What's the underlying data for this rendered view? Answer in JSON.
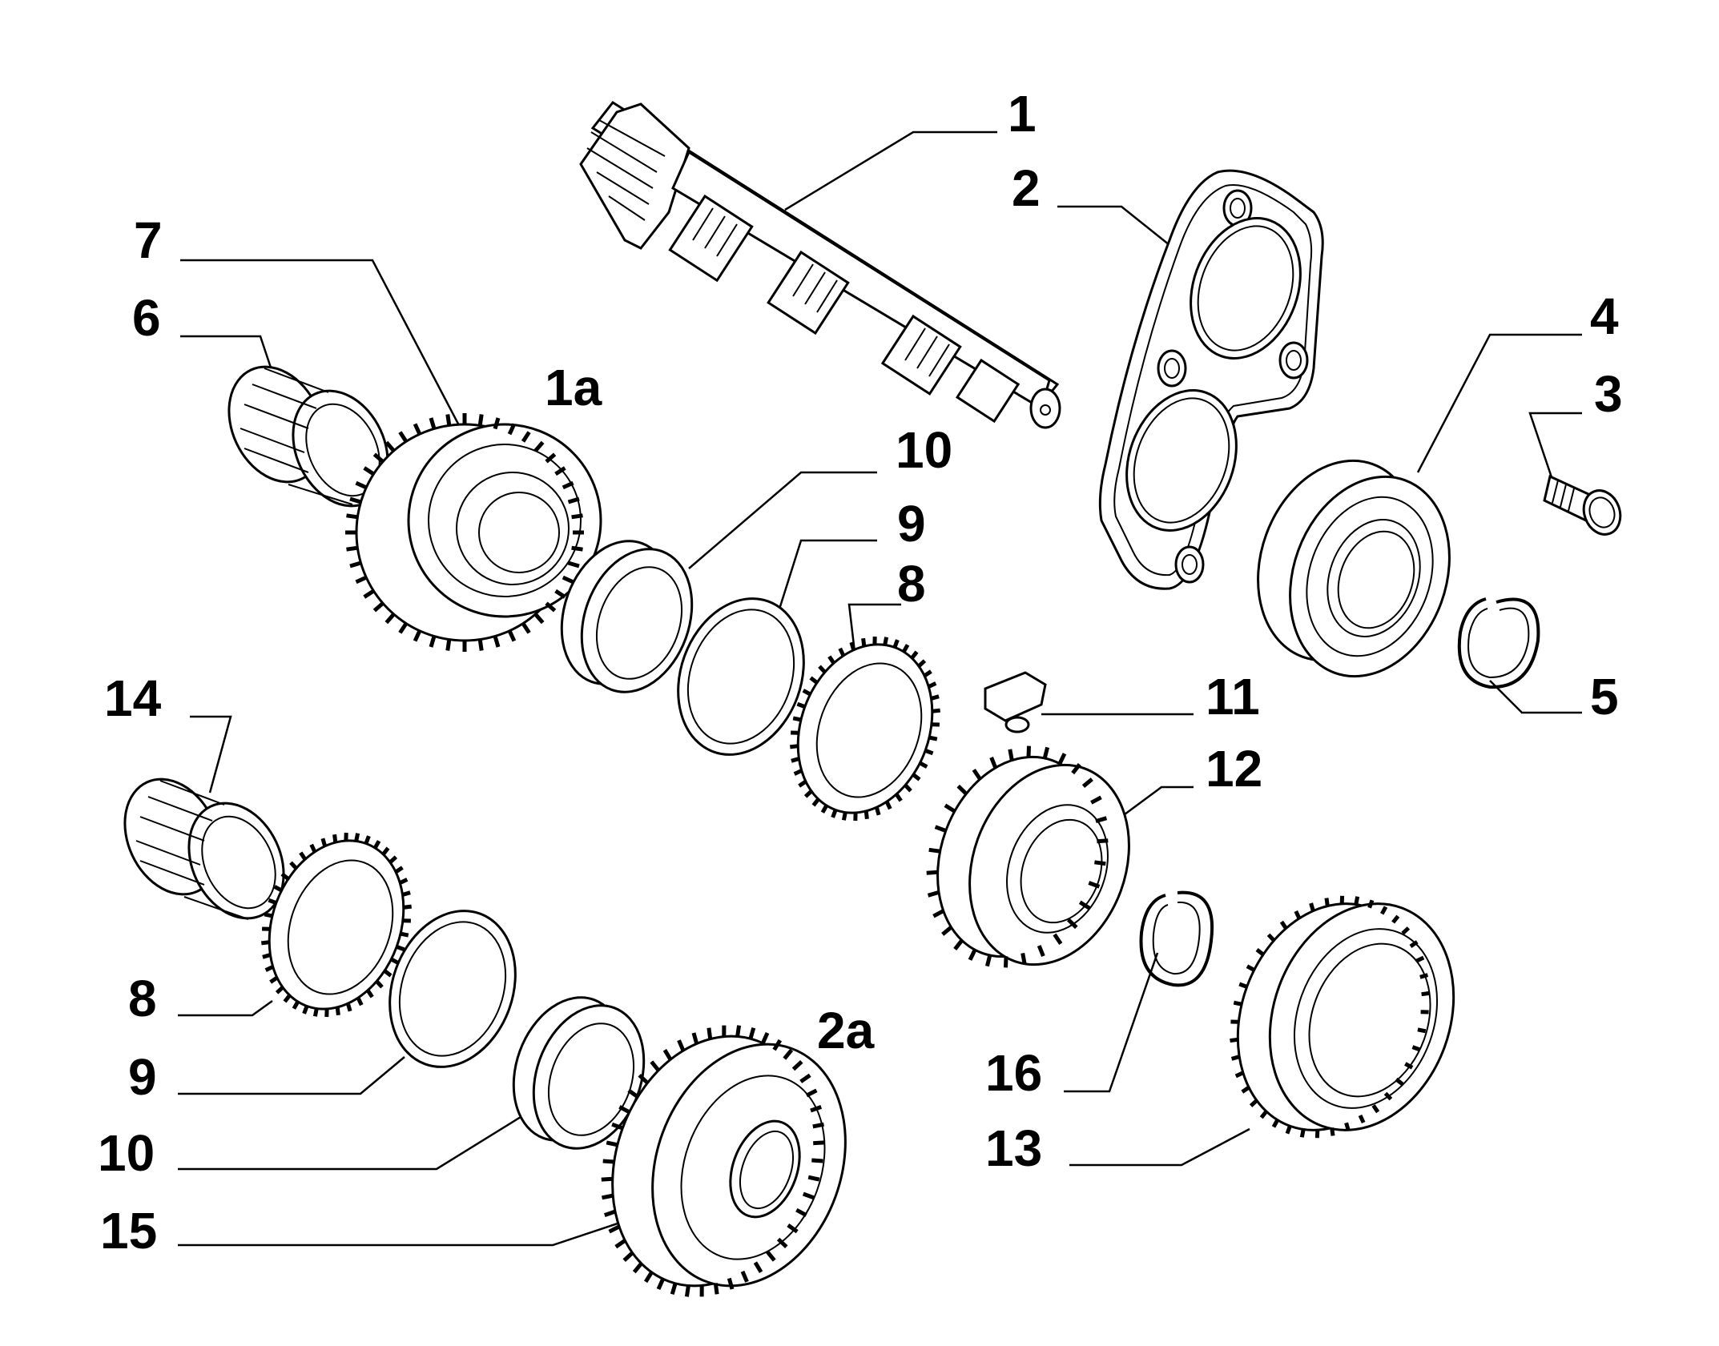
{
  "diagram": {
    "kind": "exploded parts diagram",
    "line_color": "#000000",
    "background": "#ffffff",
    "parts": [
      {
        "id": "p1",
        "name": "input-shaft"
      },
      {
        "id": "p2",
        "name": "bearing-plate"
      },
      {
        "id": "p3",
        "name": "screw"
      },
      {
        "id": "p4",
        "name": "ball-bearing"
      },
      {
        "id": "p5",
        "name": "snap-ring"
      },
      {
        "id": "p6",
        "name": "needle-bearing"
      },
      {
        "id": "p7",
        "name": "gear"
      },
      {
        "id": "p8",
        "name": "synchro-ring-outer"
      },
      {
        "id": "p9",
        "name": "synchro-ring-middle"
      },
      {
        "id": "p10",
        "name": "synchro-ring-inner"
      },
      {
        "id": "p11",
        "name": "shift-key"
      },
      {
        "id": "p12",
        "name": "synchro-hub"
      },
      {
        "id": "p13",
        "name": "sliding-sleeve"
      },
      {
        "id": "p14",
        "name": "needle-bearing"
      },
      {
        "id": "p15",
        "name": "gear"
      },
      {
        "id": "p16",
        "name": "circlip"
      }
    ],
    "labels": {
      "l1": "1",
      "l2": "2",
      "l3": "3",
      "l4": "4",
      "l5": "5",
      "l6": "6",
      "l7": "7",
      "l8a": "8",
      "l8b": "8",
      "l9a": "9",
      "l9b": "9",
      "l10a": "10",
      "l10b": "10",
      "l11": "11",
      "l12": "12",
      "l13": "13",
      "l14": "14",
      "l15": "15",
      "l16": "16",
      "l1a": "1a",
      "l2a": "2a"
    }
  }
}
